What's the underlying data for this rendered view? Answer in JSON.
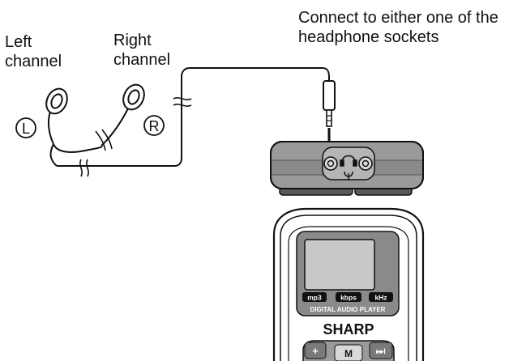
{
  "labels": {
    "left_channel": "Left channel",
    "right_channel": "Right channel",
    "connect_note": "Connect to either one of the headphone sockets"
  },
  "markers": {
    "left": "L",
    "right": "R"
  },
  "device": {
    "buttons": [
      "mp3",
      "kbps",
      "kHz"
    ],
    "model_text": "DIGITAL AUDIO PLAYER",
    "brand": "SHARP",
    "keys": {
      "plus": "+",
      "mode": "M",
      "next": "▸▸I"
    }
  },
  "colors": {
    "line": "#111111",
    "body_gray": "#9a9a9a",
    "dark_gray": "#5a5a5a",
    "screen_gray": "#c8c8c8"
  }
}
